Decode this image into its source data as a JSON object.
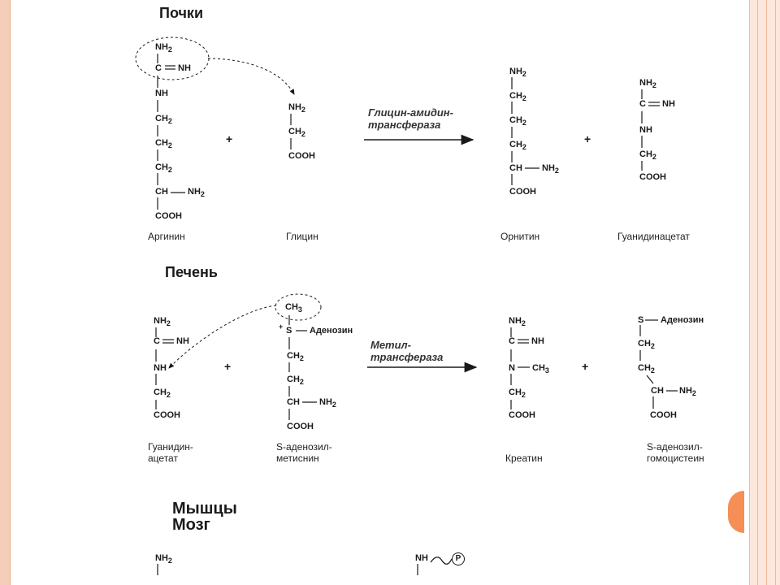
{
  "sections": {
    "kidney": "Почки",
    "liver": "Печень",
    "muscle": "Мышцы",
    "brain": "Мозг"
  },
  "groups": {
    "nh2": "NH",
    "nh": "NH",
    "c": "C",
    "ch2": "CH",
    "ch": "CH",
    "cooh": "COOH",
    "ch3": "CH",
    "s": "S",
    "n": "N",
    "p": "P"
  },
  "subscripts": {
    "two": "2",
    "three": "3"
  },
  "plus": "+",
  "sup_plus": "+",
  "adenosine": "Аденозин",
  "enzymes": {
    "glycine_amidino_1": "Глицин-амидин-",
    "glycine_amidino_2": "трансфераза",
    "methyl_1": "Метил-",
    "methyl_2": "трансфераза"
  },
  "compounds": {
    "arginine": "Аргинин",
    "glycine": "Глицин",
    "ornithine": "Орнитин",
    "guanidinoacetate": "Гуанидинацетат",
    "guanidino_acetate_1": "Гуанидин-",
    "guanidino_acetate_2": "ацетат",
    "sam_1": "S-аденозил-",
    "sam_2": "метиснин",
    "creatine": "Креатин",
    "sah_1": "S-аденозил-",
    "sah_2": "гомоцистеин"
  },
  "colors": {
    "frame": "#f6cdb8",
    "accent_tab": "#f58f55",
    "ink": "#1a1a1a"
  }
}
